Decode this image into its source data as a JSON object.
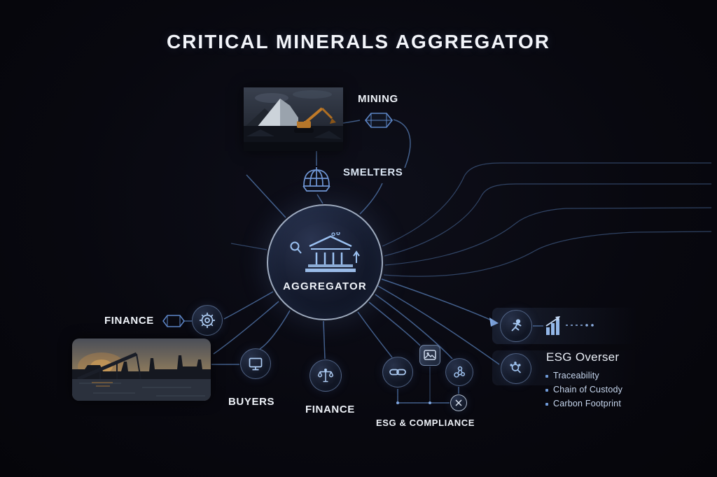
{
  "title": "CRITICAL MINERALS AGGREGATOR",
  "center": {
    "label": "AGGREGATOR"
  },
  "labels": {
    "mining": "MINING",
    "smelters": "SMELTERS",
    "finance_left": "FINANCE",
    "buyers": "BUYERS",
    "finance_bottom": "FINANCE",
    "esg_compliance": "ESG & COMPLIANCE"
  },
  "esg_panel": {
    "title": "ESG Overser",
    "items": [
      "Traceability",
      "Chain of Custody",
      "Carbon Footprint"
    ]
  },
  "colors": {
    "background": "#08080f",
    "accent": "#7aa5e0",
    "line": "#567cb4",
    "text": "#eef2f8"
  }
}
